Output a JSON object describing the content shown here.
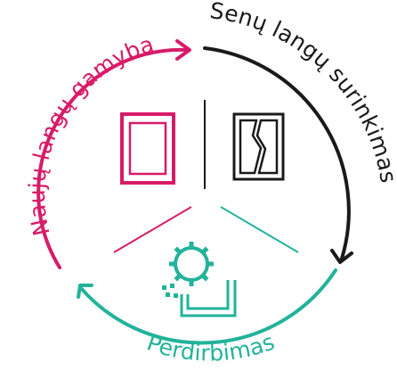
{
  "colors": {
    "magenta": "#d81b68",
    "black": "#1a1a1a",
    "teal": "#22b39a"
  },
  "stages": [
    {
      "id": "new-window-production",
      "label": "Naujų langų gamyba",
      "color": "#d81b68",
      "icon": "new-window-icon"
    },
    {
      "id": "old-window-collection",
      "label": "Senų langų surinkimas",
      "color": "#1a1a1a",
      "icon": "broken-window-icon"
    },
    {
      "id": "recycling",
      "label": "Perdirbimas",
      "color": "#22b39a",
      "icon": "recycling-gear-icon"
    }
  ]
}
